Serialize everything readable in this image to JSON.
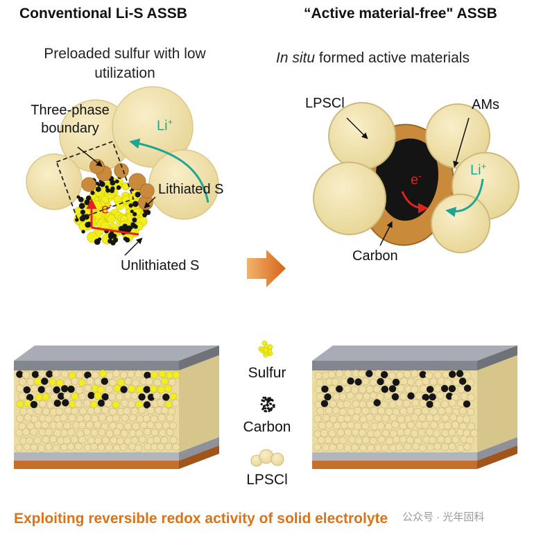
{
  "left_panel": {
    "title": "Conventional Li-S ASSB",
    "subtitle_line1": "Preloaded sulfur with low",
    "subtitle_line2": "utilization",
    "label_tpb_line1": "Three-phase",
    "label_tpb_line2": "boundary",
    "label_lithiated": "Lithiated S",
    "label_unlithiated": "Unlithiated S",
    "ion_base": "Li",
    "ion_sup": "+",
    "electron_base": "e",
    "electron_sup": "-"
  },
  "right_panel": {
    "title": "“Active material-free\" ASSB",
    "subtitle_italic": "In situ",
    "subtitle_rest": " formed active materials",
    "label_lpscl": "LPSCl",
    "label_ams": "AMs",
    "label_carbon": "Carbon",
    "ion_base": "Li",
    "ion_sup": "+",
    "electron_base": "e",
    "electron_sup": "-"
  },
  "legend": {
    "sulfur": "Sulfur",
    "carbon": "Carbon",
    "lpscl": "LPSCl"
  },
  "footer": "Exploiting reversible redox activity of solid electrolyte",
  "watermark": "公众号 · 光年固科",
  "colors": {
    "electrolyte": "#efdfa6",
    "electrolyte_edge": "#c9b476",
    "sulfur": "#f2ee1c",
    "carbon": "#151515",
    "lithiated": "#c98a3c",
    "li_arrow": "#1fa596",
    "e_arrow": "#e3231b",
    "footer": "#d9731a",
    "top_plate": "#8f929b",
    "bottom_copper": "#c66f2a"
  }
}
